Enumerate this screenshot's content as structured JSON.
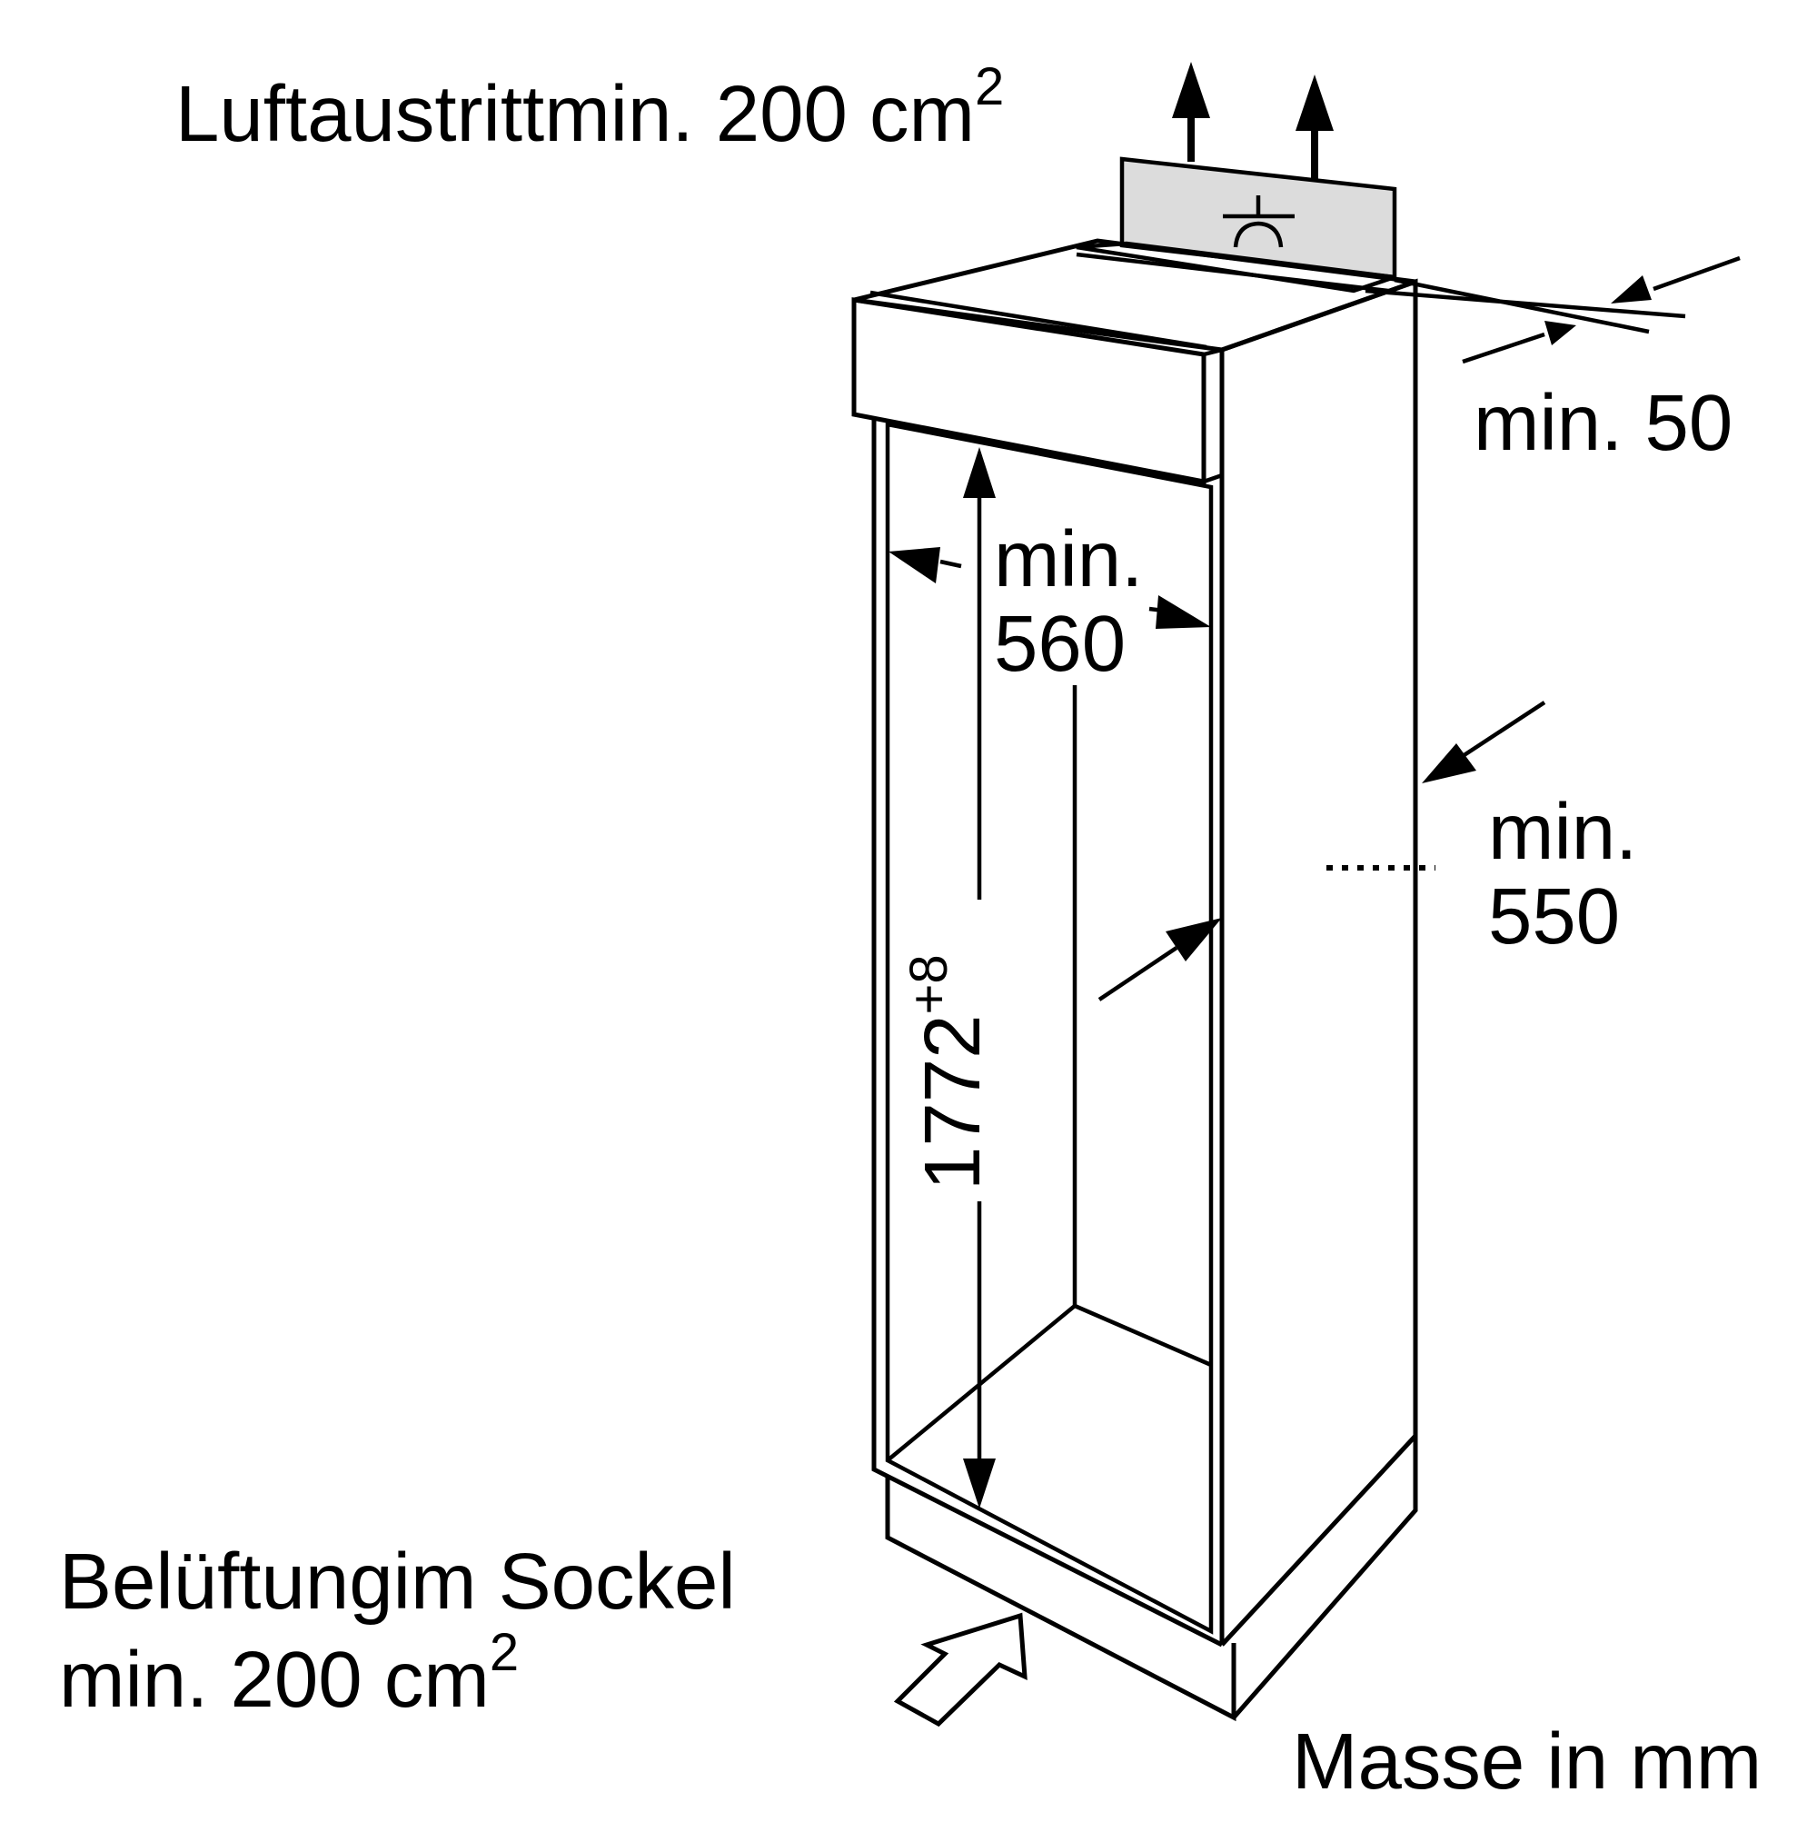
{
  "diagram": {
    "air_outlet": {
      "label": "Luftaustrittmin. 200 cm",
      "superscript": "2"
    },
    "top_clearance": {
      "label": "min. 50"
    },
    "niche_width": {
      "line1": "min.",
      "line2": "560"
    },
    "niche_depth": {
      "line1": "min.",
      "line2": "550"
    },
    "niche_height": {
      "value": "1772",
      "tolerance": "+8"
    },
    "plinth_ventilation": {
      "line1": "Belüftungim Sockel",
      "line2": "min. 200 cm",
      "superscript": "2"
    },
    "units_note": "Masse in mm",
    "colors": {
      "line": "#000000",
      "vent_fill": "#dcdcdc",
      "background": "#ffffff"
    },
    "icons": [
      "air-flow-arrow-up",
      "fan-icon",
      "air-inlet-arrow",
      "dimension-arrow"
    ]
  }
}
